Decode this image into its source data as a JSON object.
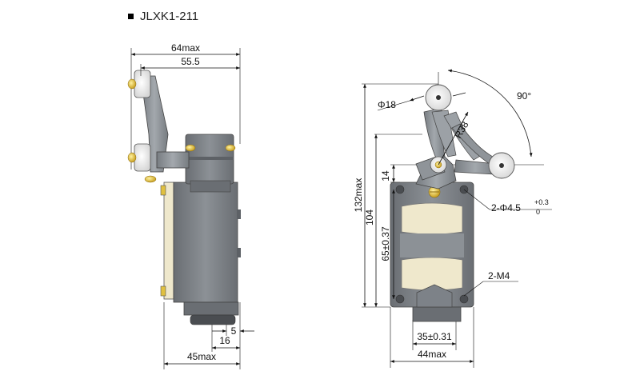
{
  "title": "JLXK1-211",
  "colors": {
    "body_gray": "#7d8288",
    "body_dark": "#5d6166",
    "cream": "#efe8cc",
    "arm_gray": "#8f9499",
    "screw": "#e0c040",
    "dim_line": "#111111"
  },
  "side_view": {
    "dim_total_width": "64max",
    "dim_body_width": "55.5",
    "dim_base_width": "45max",
    "dim_bottom_16": "16",
    "dim_bottom_5": "5"
  },
  "front_view": {
    "dim_roller_diameter": "Φ18",
    "dim_radius": "R38",
    "dim_angle": "90°",
    "dim_total_height": "132max",
    "dim_height_104": "104",
    "dim_height_14": "14",
    "dim_hole_pitch": "65±0.37",
    "dim_mount_holes": "2-Φ4.5",
    "dim_mount_holes_tol_upper": "+0.3",
    "dim_mount_holes_tol_lower": "0",
    "dim_screws": "2-M4",
    "dim_pitch_width": "35±0.31",
    "dim_width": "44max"
  }
}
